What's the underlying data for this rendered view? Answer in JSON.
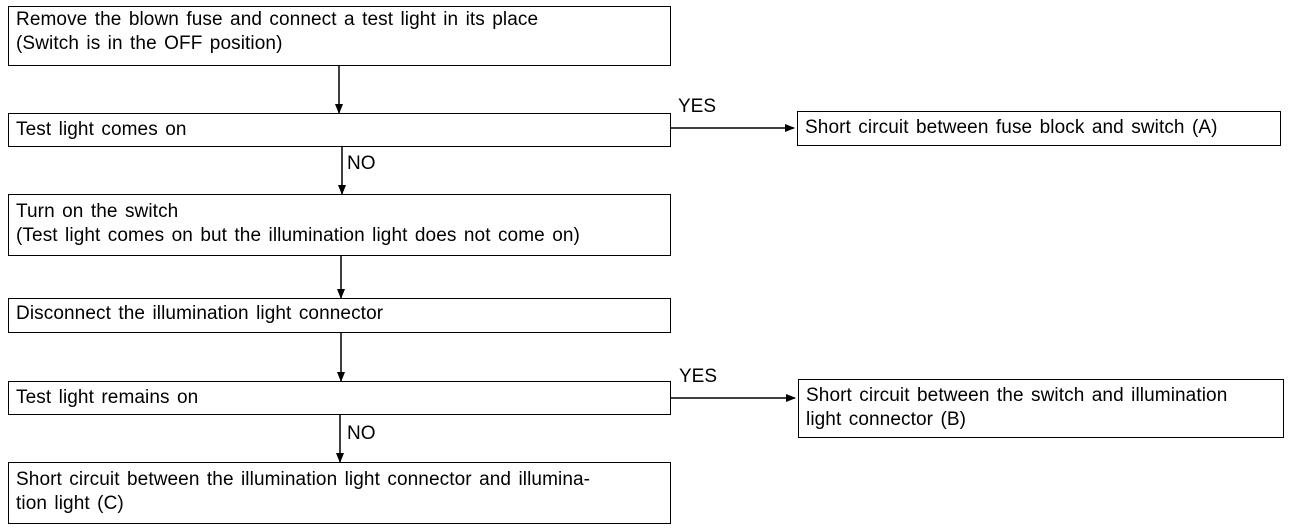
{
  "steps": [
    {
      "id": "step-1",
      "lines": [
        "Remove the blown fuse and connect a test light in its place",
        "(Switch is in the OFF position)"
      ]
    },
    {
      "id": "step-2",
      "lines": [
        "Test light comes on"
      ]
    },
    {
      "id": "step-3",
      "lines": [
        "Turn on the switch",
        "(Test light comes on but the illumination light does not come on)"
      ]
    },
    {
      "id": "step-4",
      "lines": [
        "Disconnect the illumination light connector"
      ]
    },
    {
      "id": "step-5",
      "lines": [
        "Test light remains on"
      ]
    },
    {
      "id": "step-6",
      "lines": [
        "Short circuit between the illumination light connector and illumina-",
        "tion light (C)"
      ]
    }
  ],
  "results": [
    {
      "id": "result-a",
      "lines": [
        "Short circuit between fuse block and switch (A)"
      ]
    },
    {
      "id": "result-b",
      "lines": [
        "Short circuit between the switch and illumination",
        "light connector (B)"
      ]
    }
  ],
  "branches": {
    "yes_1": "YES",
    "no_1": "NO",
    "yes_2": "YES",
    "no_2": "NO"
  }
}
